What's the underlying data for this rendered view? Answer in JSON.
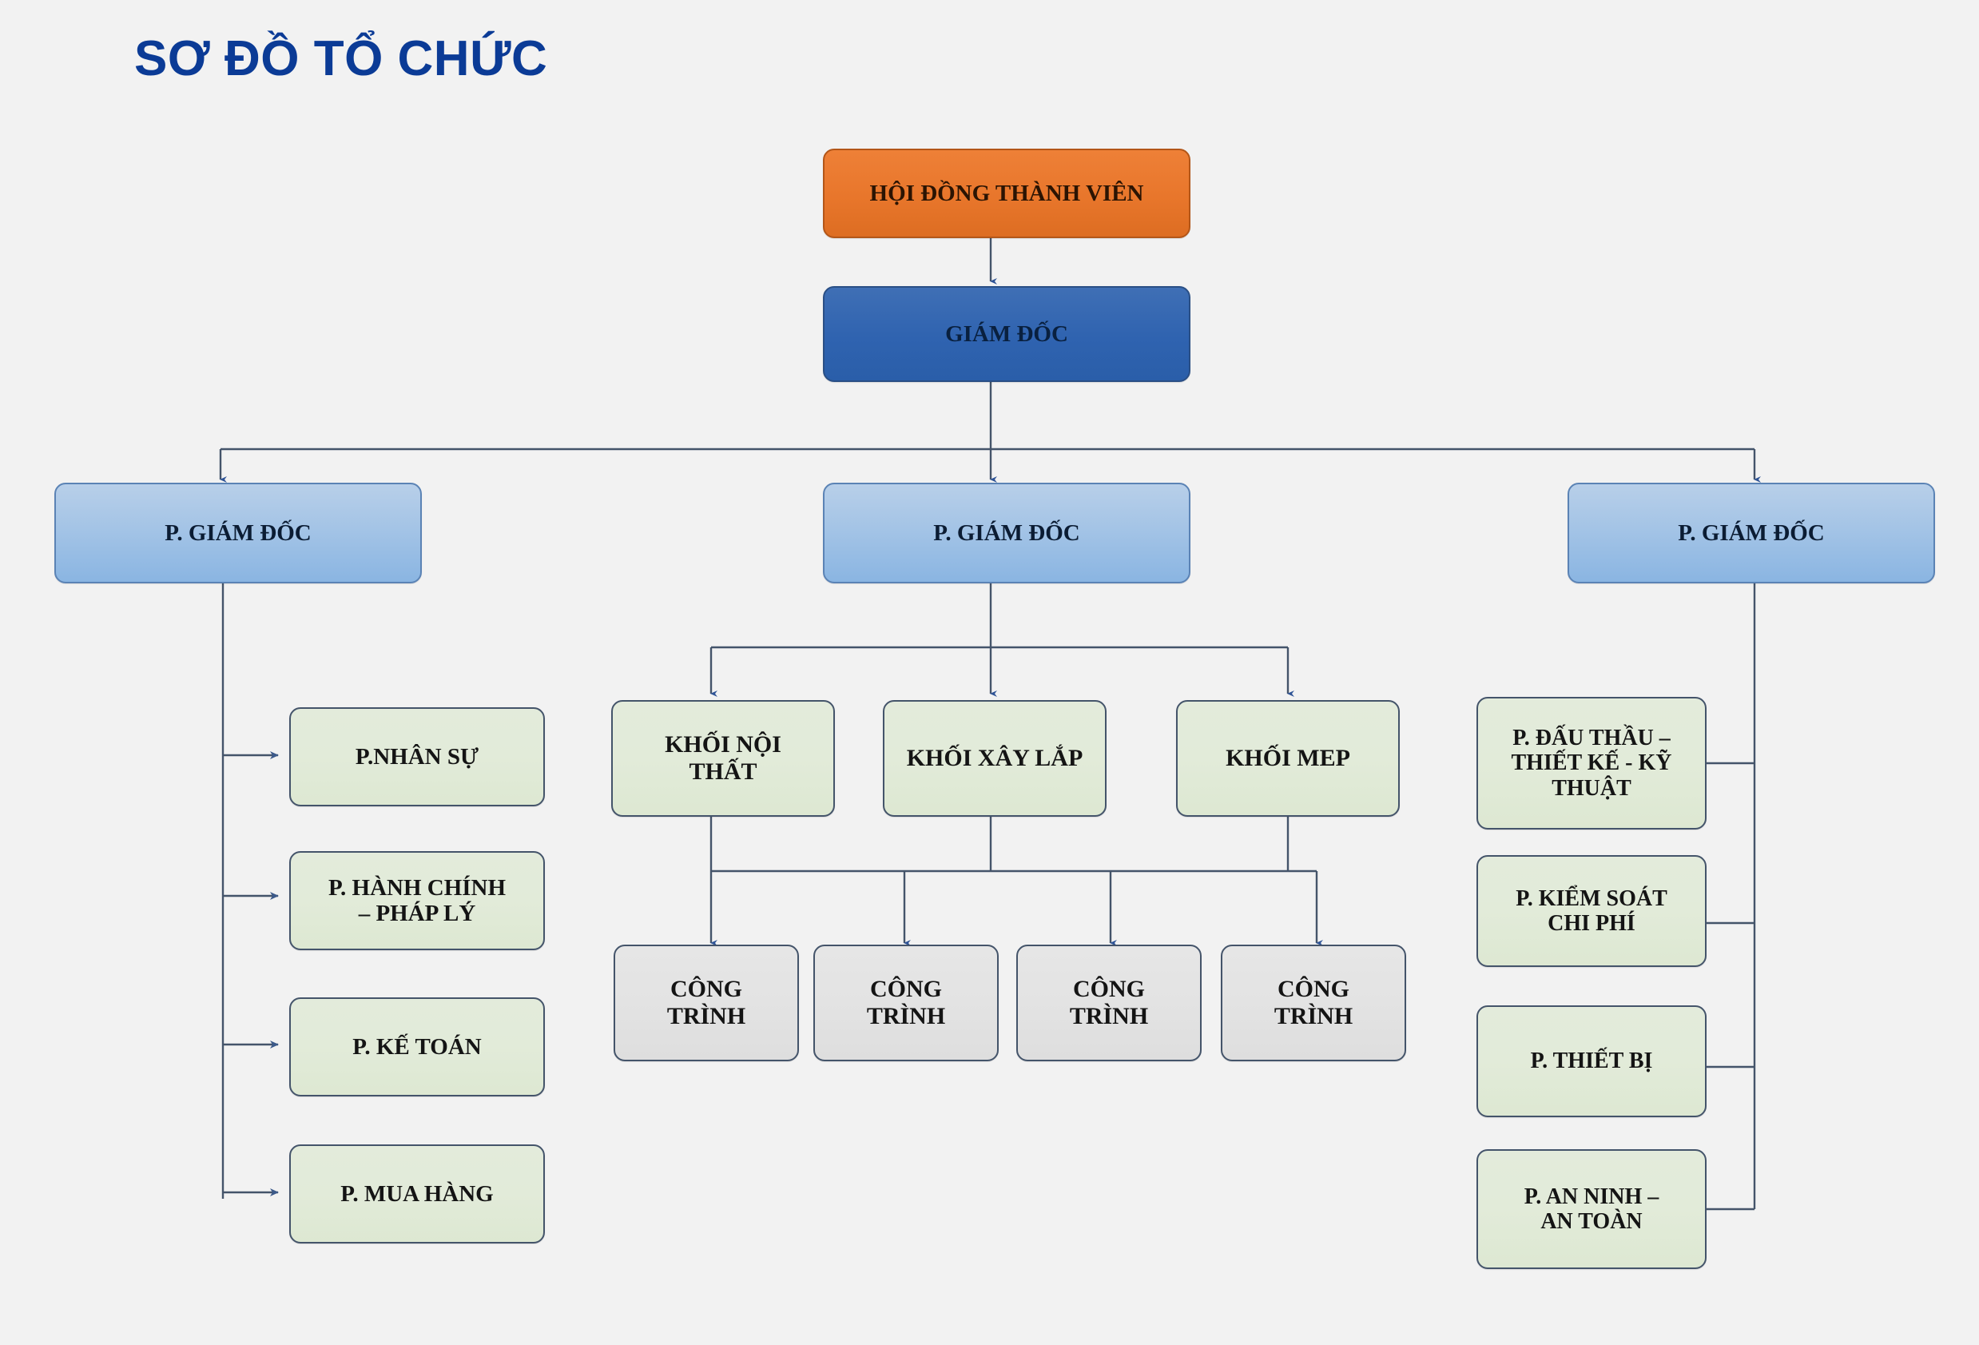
{
  "title": "SƠ ĐỒ TỔ CHỨC",
  "colors": {
    "title": "#0b3b96",
    "background": "#f2f2f2",
    "orange_box": "#e8762b",
    "dark_blue_box": "#2f63b0",
    "light_blue_box": "#a4c4e6",
    "green_box": "#e2ebd9",
    "gray_box": "#e3e3e3",
    "connector_line": "#44546a"
  },
  "chart_data": {
    "type": "diagram",
    "diagram_type": "organizational-chart",
    "title": "SƠ ĐỒ TỔ CHỨC",
    "nodes": [
      {
        "id": "hdtv",
        "label": "HỘI ĐỒNG THÀNH VIÊN",
        "level": 0,
        "style": "orange"
      },
      {
        "id": "gd",
        "label": "GIÁM ĐỐC",
        "level": 1,
        "style": "dark-blue"
      },
      {
        "id": "pgd-left",
        "label": "P. GIÁM ĐỐC",
        "level": 2,
        "style": "light-blue"
      },
      {
        "id": "pgd-center",
        "label": "P. GIÁM ĐỐC",
        "level": 2,
        "style": "light-blue"
      },
      {
        "id": "pgd-right",
        "label": "P. GIÁM ĐỐC",
        "level": 2,
        "style": "light-blue"
      },
      {
        "id": "nhan-su",
        "label": "P.NHÂN SỰ",
        "level": 3,
        "style": "green",
        "parent": "pgd-left"
      },
      {
        "id": "hanh-chinh",
        "label": "P. HÀNH CHÍNH – PHÁP LÝ",
        "level": 3,
        "style": "green",
        "parent": "pgd-left"
      },
      {
        "id": "ke-toan",
        "label": "P. KẾ TOÁN",
        "level": 3,
        "style": "green",
        "parent": "pgd-left"
      },
      {
        "id": "mua-hang",
        "label": "P. MUA HÀNG",
        "level": 3,
        "style": "green",
        "parent": "pgd-left"
      },
      {
        "id": "khoi-noi-that",
        "label": "KHỐI NỘI THẤT",
        "level": 3,
        "style": "green",
        "parent": "pgd-center"
      },
      {
        "id": "khoi-xay-lap",
        "label": "KHỐI XÂY LẮP",
        "level": 3,
        "style": "green",
        "parent": "pgd-center"
      },
      {
        "id": "khoi-mep",
        "label": "KHỐI MEP",
        "level": 3,
        "style": "green",
        "parent": "pgd-center"
      },
      {
        "id": "cong-trinh-1",
        "label": "CÔNG TRÌNH",
        "level": 4,
        "style": "gray"
      },
      {
        "id": "cong-trinh-2",
        "label": "CÔNG TRÌNH",
        "level": 4,
        "style": "gray"
      },
      {
        "id": "cong-trinh-3",
        "label": "CÔNG TRÌNH",
        "level": 4,
        "style": "gray"
      },
      {
        "id": "cong-trinh-4",
        "label": "CÔNG TRÌNH",
        "level": 4,
        "style": "gray"
      },
      {
        "id": "dau-thau",
        "label": "P. ĐẤU THẦU – THIẾT KẾ - KỸ THUẬT",
        "level": 3,
        "style": "green",
        "parent": "pgd-right"
      },
      {
        "id": "kiem-soat",
        "label": "P. KIỂM SOÁT CHI PHÍ",
        "level": 3,
        "style": "green",
        "parent": "pgd-right"
      },
      {
        "id": "thiet-bi",
        "label": "P. THIẾT BỊ",
        "level": 3,
        "style": "green",
        "parent": "pgd-right"
      },
      {
        "id": "an-ninh",
        "label": "P. AN NINH – AN TOÀN",
        "level": 3,
        "style": "green",
        "parent": "pgd-right"
      }
    ]
  },
  "nodes": {
    "hoi_dong_thanh_vien": "HỘI ĐỒNG THÀNH VIÊN",
    "giam_doc": "GIÁM ĐỐC",
    "pho_giam_doc_left": "P. GIÁM ĐỐC",
    "pho_giam_doc_center": "P. GIÁM ĐỐC",
    "pho_giam_doc_right": "P. GIÁM ĐỐC",
    "nhan_su": "P.NHÂN SỰ",
    "hanh_chinh_line1": "P. HÀNH CHÍNH",
    "hanh_chinh_line2": "– PHÁP LÝ",
    "ke_toan": "P. KẾ TOÁN",
    "mua_hang": "P. MUA HÀNG",
    "khoi_noi_that_line1": "KHỐI NỘI",
    "khoi_noi_that_line2": "THẤT",
    "khoi_xay_lap": "KHỐI XÂY LẮP",
    "khoi_mep": "KHỐI MEP",
    "cong_trinh_1_line1": "CÔNG",
    "cong_trinh_1_line2": "TRÌNH",
    "cong_trinh_2_line1": "CÔNG",
    "cong_trinh_2_line2": "TRÌNH",
    "cong_trinh_3_line1": "CÔNG",
    "cong_trinh_3_line2": "TRÌNH",
    "cong_trinh_4_line1": "CÔNG",
    "cong_trinh_4_line2": "TRÌNH",
    "dau_thau_line1": "P. ĐẤU THẦU –",
    "dau_thau_line2": "THIẾT KẾ - KỸ",
    "dau_thau_line3": "THUẬT",
    "kiem_soat_line1": "P. KIỂM SOÁT",
    "kiem_soat_line2": "CHI PHÍ",
    "thiet_bi": "P. THIẾT BỊ",
    "an_ninh_line1": "P. AN NINH –",
    "an_ninh_line2": "AN TOÀN"
  }
}
